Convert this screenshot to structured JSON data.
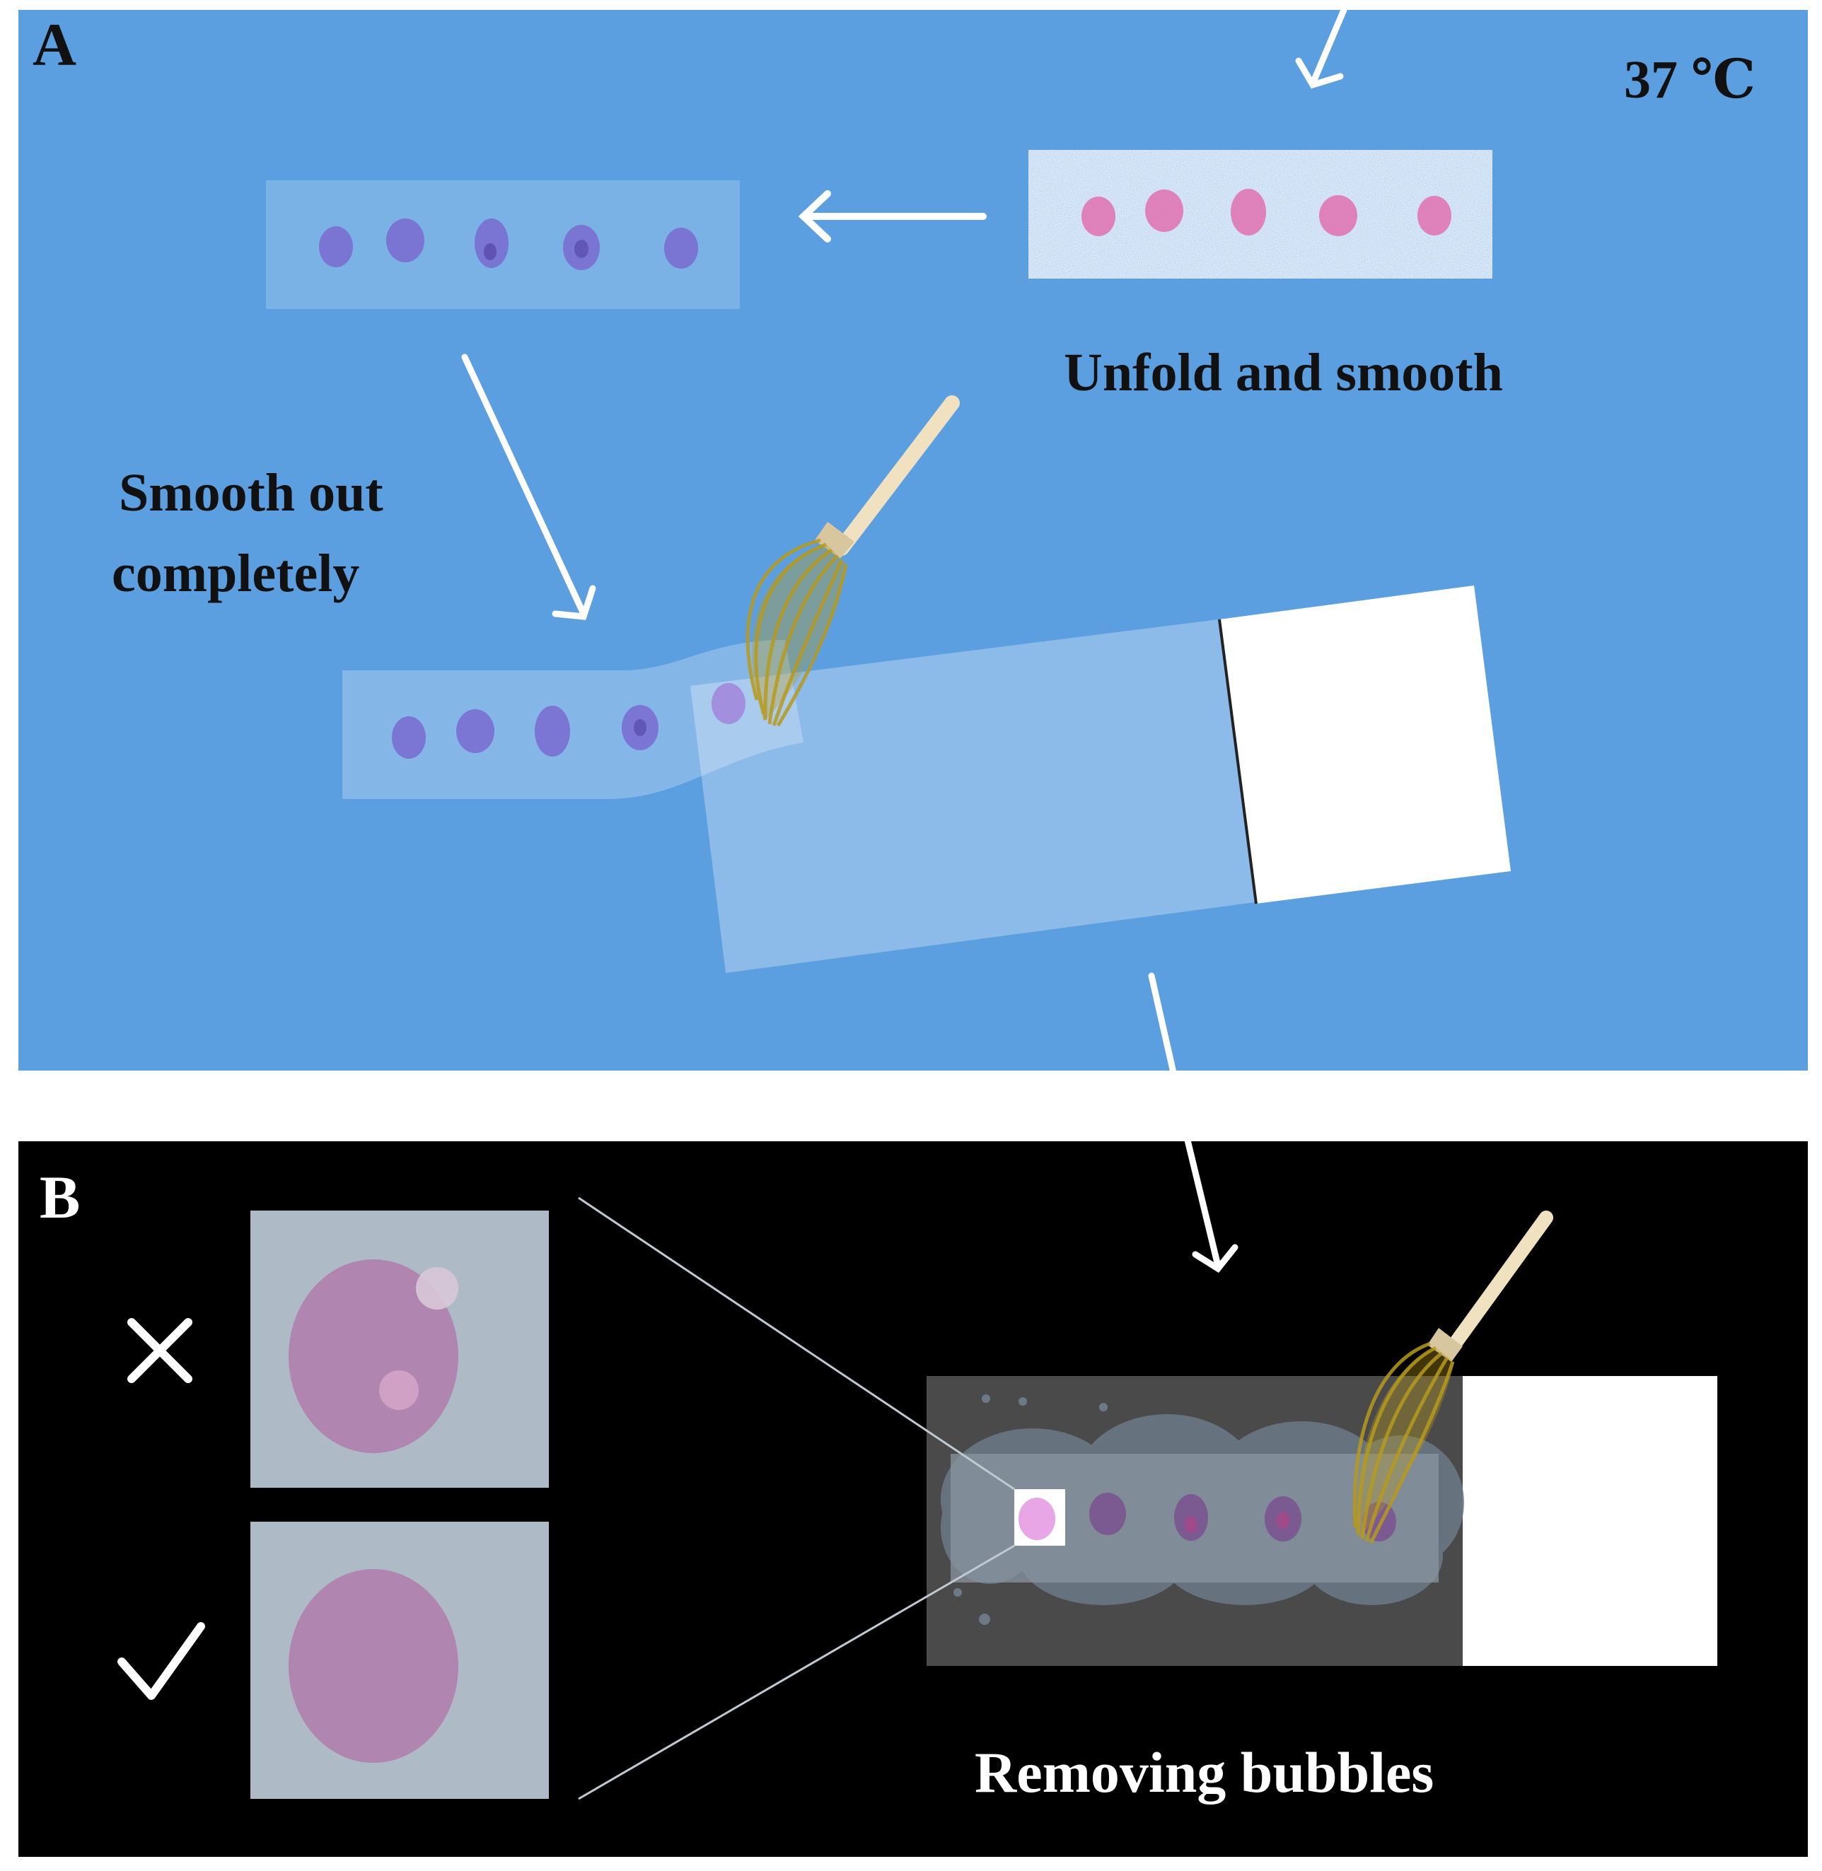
{
  "panels": {
    "a": {
      "letter": "A",
      "temperature": "37 ℃",
      "step_unfold": "Unfold and smooth",
      "step_smooth_line1": "Smooth out",
      "step_smooth_line2": "completely"
    },
    "b": {
      "letter": "B",
      "wrong_mark": "×",
      "right_mark": "✓",
      "step_removing": "Removing bubbles"
    }
  },
  "colors": {
    "panel_a_background": "#5b9fe0",
    "panel_b_background": "#000000",
    "section_tint": "#c8dcf5",
    "tissue_purple": "#7a6ed0",
    "tissue_pink": "#e070b0",
    "brush_bristles": "#b89a1c",
    "brush_handle": "#f0e2c0",
    "zoom_box_gray": "#aebbc6",
    "zoom_tissue": "#b085b0"
  },
  "icons": [
    "arrow-icon",
    "brush-icon",
    "cross-icon",
    "check-icon"
  ]
}
